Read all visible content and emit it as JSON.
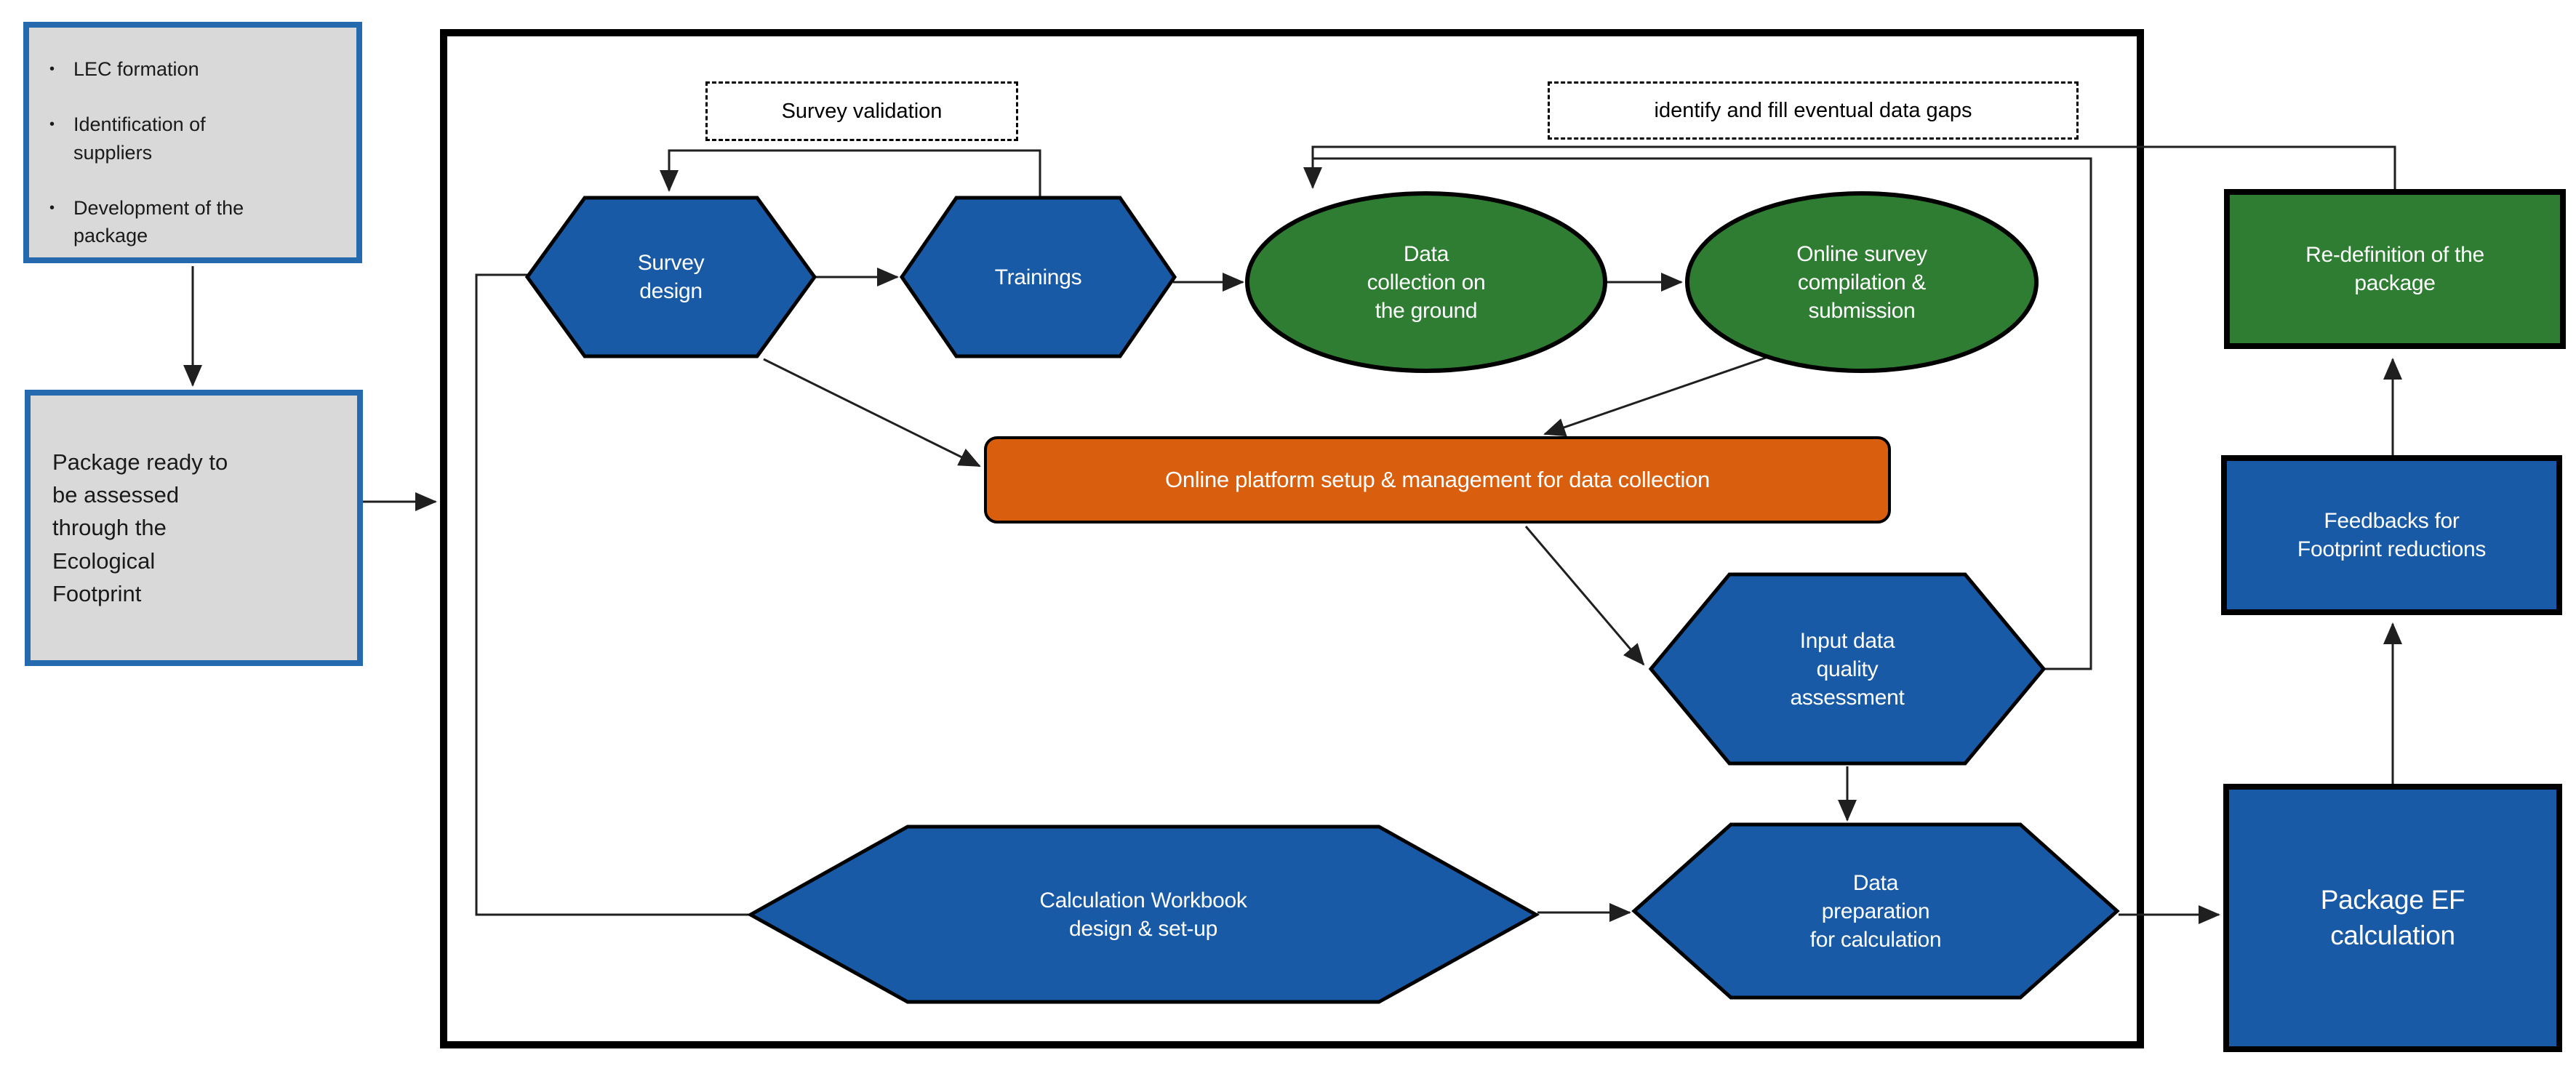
{
  "colors": {
    "blue": "#185aa5",
    "green": "#2e7d32",
    "orange": "#d95f0e",
    "grayFill": "#d9d9d9",
    "grayBorder": "#2569ae",
    "line": "#1f1f1f",
    "textDark": "#1a1a1a",
    "textLight": "#ffffff"
  },
  "preparation": {
    "items": [
      {
        "bullet": "•",
        "text": "LEC formation"
      },
      {
        "bullet": "•",
        "text": "Identification of\nsuppliers"
      },
      {
        "bullet": "•",
        "text": "Development of the\npackage"
      }
    ]
  },
  "nodes": {
    "package_ready": "Package ready to\nbe assessed\nthrough the\nEcological\nFootprint",
    "survey_design": "Survey\ndesign",
    "trainings": "Trainings",
    "data_collection": "Data\ncollection on\nthe ground",
    "online_survey": "Online survey\ncompilation &\nsubmission",
    "online_platform": "Online platform setup & management for data collection",
    "input_quality": "Input data\nquality\nassessment",
    "data_preparation": "Data\npreparation\nfor calculation",
    "calculation_workbook": "Calculation Workbook\ndesign & set-up",
    "package_ef": "Package EF\ncalculation",
    "feedbacks": "Feedbacks for\nFootprint reductions",
    "redefinition": "Re-definition of the\npackage"
  },
  "annotations": {
    "survey_validation": "Survey validation",
    "data_gaps": "identify and fill eventual data gaps"
  }
}
